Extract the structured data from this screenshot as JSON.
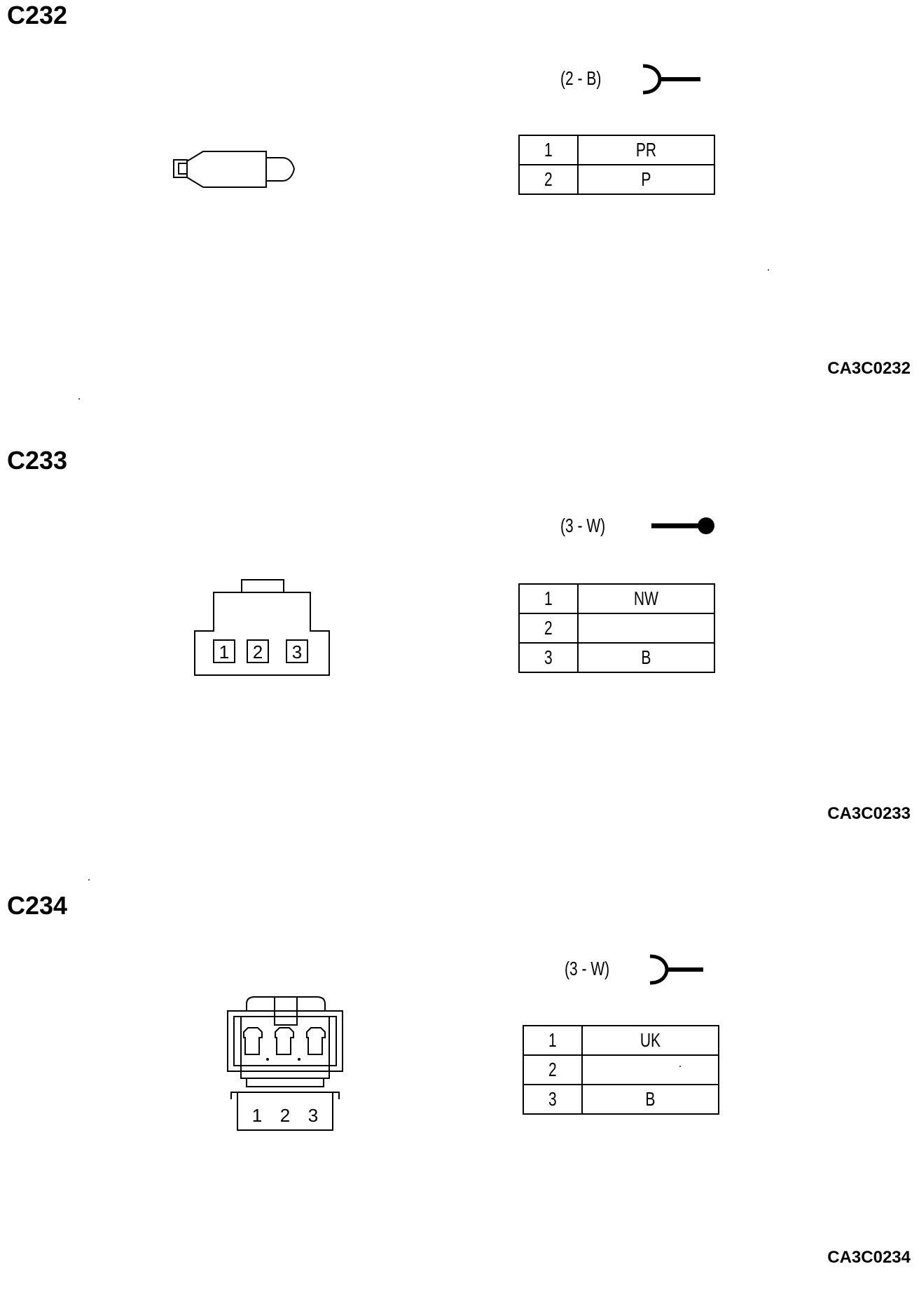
{
  "connectors": [
    {
      "id": "C232",
      "type_label": "(2 - B)",
      "terminal_icon": "fork-terminal-icon",
      "pins": [
        {
          "pin": "1",
          "color": "PR"
        },
        {
          "pin": "2",
          "color": "P"
        }
      ],
      "ref_code": "CA3C0232"
    },
    {
      "id": "C233",
      "type_label": "(3 - W)",
      "terminal_icon": "pin-terminal-icon",
      "face_pins": [
        "1",
        "2",
        "3"
      ],
      "pins": [
        {
          "pin": "1",
          "color": "NW"
        },
        {
          "pin": "2",
          "color": ""
        },
        {
          "pin": "3",
          "color": "B"
        }
      ],
      "ref_code": "CA3C0233"
    },
    {
      "id": "C234",
      "type_label": "(3 - W)",
      "terminal_icon": "fork-terminal-icon",
      "face_pins": [
        "1",
        "2",
        "3"
      ],
      "pins": [
        {
          "pin": "1",
          "color": "UK"
        },
        {
          "pin": "2",
          "color": ""
        },
        {
          "pin": "3",
          "color": "B"
        }
      ],
      "ref_code": "CA3C0234"
    }
  ]
}
